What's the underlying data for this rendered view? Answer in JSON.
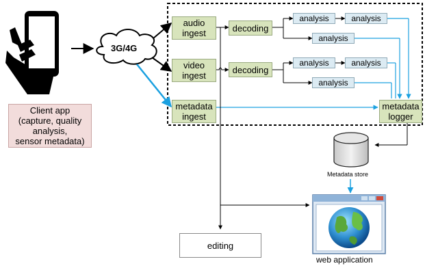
{
  "client_app": "Client app\n(capture, quality\nanalysis,\nsensor metadata)",
  "network": "3G/4G",
  "audio_ingest": "audio\ningest",
  "video_ingest": "video\ningest",
  "metadata_ingest": "metadata\ningest",
  "decoding": "decoding",
  "analysis": "analysis",
  "metadata_logger": "metadata\nlogger",
  "metadata_store": "Metadata store",
  "editing": "editing",
  "web_application": "web application",
  "colors": {
    "ingest_fill": "#d8e4bc",
    "analysis_fill": "#dcebf3",
    "client_fill": "#f2dcdb",
    "metadata_arrow": "#1aa0e0",
    "data_arrow": "#000000"
  }
}
